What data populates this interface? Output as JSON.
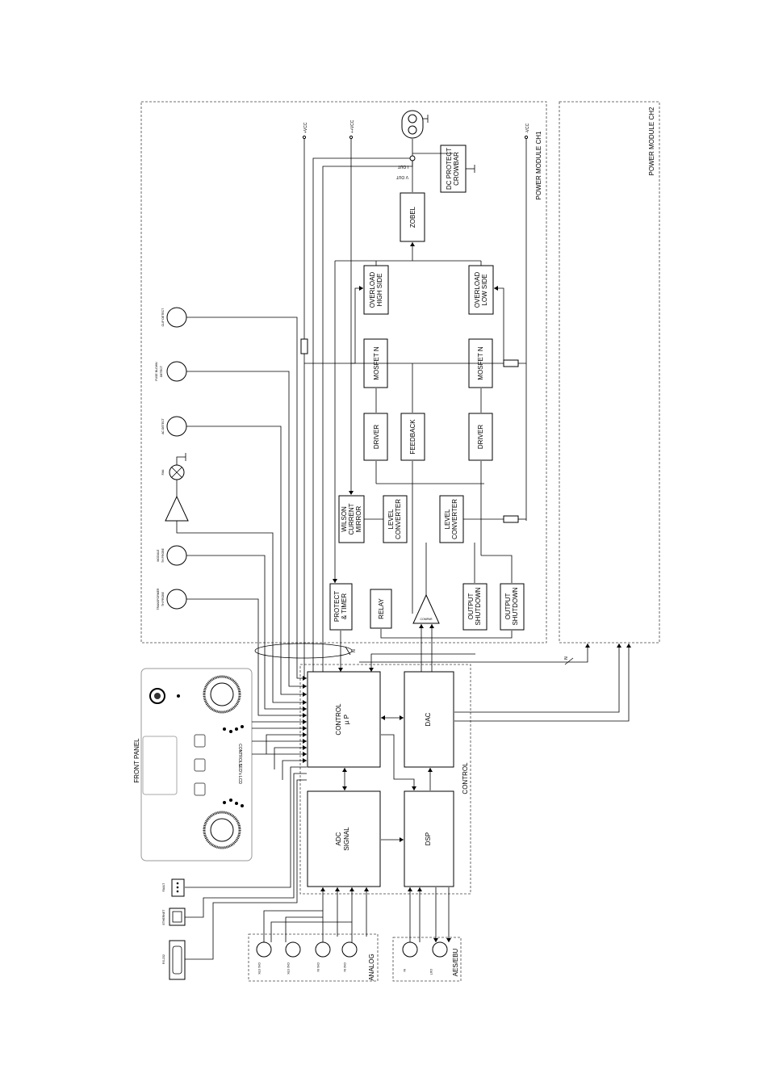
{
  "groups": {
    "power_ch1": "POWER MODULE CH1",
    "power_ch2": "POWER MODULE CH2",
    "front_panel": "FRONT PANEL",
    "control": "CONTROL",
    "analog": "ANALOG",
    "aes": "AES/EBU"
  },
  "blocks": {
    "control_up_1": "CONTROL",
    "control_up_2": "µ P",
    "dac": "DAC",
    "adc_1": "ADC",
    "adc_2": "SIGNAL",
    "dsp": "DSP",
    "protect_1": "PROTECT",
    "protect_2": "& TIMER",
    "relay": "RELAY",
    "wilson_1": "WILSON",
    "wilson_2": "CURRENT",
    "wilson_3": "MIRROR",
    "level1_1": "LEVEL",
    "level1_2": "CONVERTER",
    "level2_1": "LEVEL",
    "level2_2": "CONVERTER",
    "shutdown1_1": "OUTPUT",
    "shutdown1_2": "SHUTDOWN",
    "shutdown2_1": "OUTPUT",
    "shutdown2_2": "SHUTDOWN",
    "driver_high": "DRIVER",
    "driver_low": "DRIVER",
    "feedback": "FEEDBACK",
    "mosfet_high": "MOSFET N",
    "mosfet_low": "MOSFET N",
    "overload_high_1": "OVERLOAD",
    "overload_high_2": "HIGH SIDE",
    "overload_low_1": "OVERLOAD",
    "overload_low_2": "LOW SIDE",
    "zobel": "ZOBEL",
    "dc_protect_1": "DC PROTECT",
    "dc_protect_2": "CROWBAR",
    "comparator": "COMPAR"
  },
  "rails": {
    "vcc_pos": "+VCC",
    "vcc_pos_pos": "++VCC",
    "vcc_neg": "-VCC",
    "vout": "V OUT",
    "iout": "I OUT"
  },
  "sensors": {
    "clip": "CLIP DETECT",
    "fuse_1": "FUSE BLOWN",
    "fuse_2": "DETECT",
    "ac": "AC DETECT",
    "fan": "FAN",
    "module_1": "MODULE",
    "module_2": "TH PROBE",
    "transformer_1": "TRANSFORMER",
    "transformer_2": "TH PROBE"
  },
  "front_panel": {
    "controls": "CONTROLS",
    "leds": "LED's",
    "lcd": "LCD"
  },
  "connectors": {
    "fault": "FAULT",
    "ethernet": "ETHERNET",
    "rs232": "RS-232",
    "ch1_stk": "CH1 STK",
    "ch2_stk": "CH2 STK",
    "ch1_in": "CH1 IN",
    "ch2_in": "CH2 IN",
    "aes_in": "IN",
    "aes_out": "OUT"
  },
  "bus": {
    "n1": "N",
    "n2": "N"
  }
}
